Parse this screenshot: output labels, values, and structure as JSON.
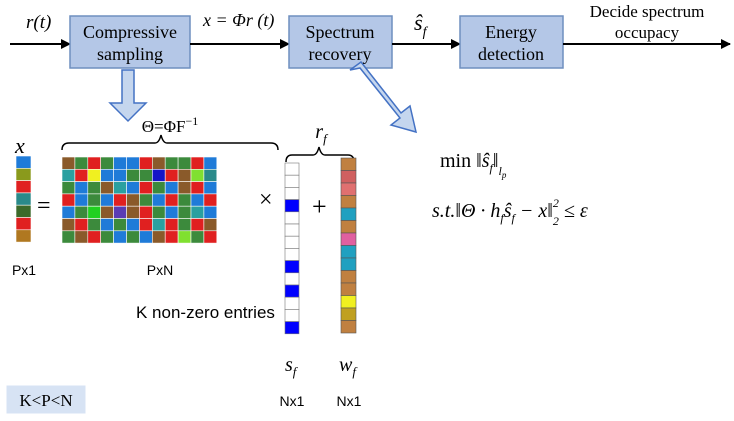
{
  "blocks": {
    "sampling": [
      "Compressive",
      "sampling"
    ],
    "recovery": [
      "Spectrum",
      "recovery"
    ],
    "detection": [
      "Energy",
      "detection"
    ]
  },
  "signals": {
    "input": "r(t)",
    "measurement": "x = Φr (t)",
    "estimate": "ŝ",
    "estimate_sub": "f",
    "output": [
      "Decide spectrum",
      "occupacy"
    ]
  },
  "optimization": {
    "objective_prefix": "min ‖",
    "objective_var": "ŝ",
    "objective_var_sub": "f",
    "objective_suffix": "‖",
    "objective_norm": "l",
    "objective_norm_sub": "p",
    "constraint_prefix": "s.t.‖Θ · h",
    "constraint_h_sub": "f",
    "constraint_var": "ŝ",
    "constraint_var_sub": "f",
    "constraint_minus": " − x‖",
    "constraint_sup": "2",
    "constraint_sub": "2",
    "constraint_suffix": " ≤ ε"
  },
  "equation": {
    "x_label": "x",
    "equals": "=",
    "times": "×",
    "plus": "+",
    "theta_label": "Θ=ΦF",
    "theta_sup": "−1",
    "r_label": "r",
    "r_sub": "f",
    "s_label": "s",
    "s_sub": "f",
    "w_label": "w",
    "w_sub": "f"
  },
  "dims": {
    "x": "Px1",
    "theta": "PxN",
    "s": "Nx1",
    "w": "Nx1"
  },
  "annotation": "K non-zero entries",
  "condition": "K<P<N",
  "colors": {
    "block_fill": "#b4c7e7",
    "block_stroke": "#6f8fbf",
    "fat_arrow_fill": "#c5d6ee",
    "fat_arrow_stroke": "#4472c4",
    "condition_fill": "#d7e3f4",
    "sparse_blue": "#0000ff",
    "x_vector": [
      "#1f7bd8",
      "#8a9a1c",
      "#e02020",
      "#2a8a8a",
      "#3c6a2a",
      "#e02020",
      "#b07820"
    ],
    "theta_matrix": [
      [
        "#8a5a2a",
        "#3c8a3c",
        "#e02020",
        "#3c8a3c",
        "#1f7bd8",
        "#1f7bd8",
        "#e02020",
        "#8a5a2a",
        "#3c8a3c",
        "#3c8a3c",
        "#e02020",
        "#1f7bd8"
      ],
      [
        "#2aa0a0",
        "#e02020",
        "#f0f020",
        "#1f7bd8",
        "#1f7bd8",
        "#3c8a3c",
        "#3c8a3c",
        "#1414c8",
        "#e02020",
        "#8a5a2a",
        "#80e030",
        "#2a8a8a"
      ],
      [
        "#3c8a3c",
        "#1f7bd8",
        "#3c8a3c",
        "#8a5a2a",
        "#2aa0a0",
        "#1f7bd8",
        "#e02020",
        "#3c8a3c",
        "#1f7bd8",
        "#8a5a2a",
        "#e02020",
        "#1f7bd8"
      ],
      [
        "#e02020",
        "#1f7bd8",
        "#3c8a3c",
        "#1f7bd8",
        "#e02020",
        "#8a5a2a",
        "#3c8a3c",
        "#1f7bd8",
        "#e02020",
        "#3c8a3c",
        "#1f7bd8",
        "#e02020"
      ],
      [
        "#1f7bd8",
        "#3c8a3c",
        "#20d020",
        "#8a5a2a",
        "#5a3cb4",
        "#8a5a2a",
        "#e02020",
        "#3c8a3c",
        "#1f7bd8",
        "#3c8a3c",
        "#2aa0a0",
        "#1f7bd8"
      ],
      [
        "#8a5a2a",
        "#e02020",
        "#3c8a3c",
        "#1f7bd8",
        "#3c8a3c",
        "#1f7bd8",
        "#e02020",
        "#2aa0a0",
        "#e02020",
        "#3c8a3c",
        "#e02020",
        "#8a5a2a"
      ],
      [
        "#3c8a3c",
        "#8a5a2a",
        "#e02020",
        "#3c8a3c",
        "#1f7bd8",
        "#3c8a3c",
        "#1f7bd8",
        "#8a5a2a",
        "#e02020",
        "#80e030",
        "#3c8a3c",
        "#e02020"
      ]
    ],
    "s_vector": [
      "#ffffff",
      "#ffffff",
      "#ffffff",
      "#0000ff",
      "#ffffff",
      "#ffffff",
      "#ffffff",
      "#ffffff",
      "#0000ff",
      "#ffffff",
      "#0000ff",
      "#ffffff",
      "#ffffff",
      "#0000ff"
    ],
    "w_vector": [
      "#c08040",
      "#d06060",
      "#e07070",
      "#c08040",
      "#20a0c0",
      "#c08040",
      "#e060a0",
      "#20a0c0",
      "#20a0c0",
      "#c08040",
      "#c08040",
      "#f0f020",
      "#c0a020",
      "#c08040"
    ]
  }
}
